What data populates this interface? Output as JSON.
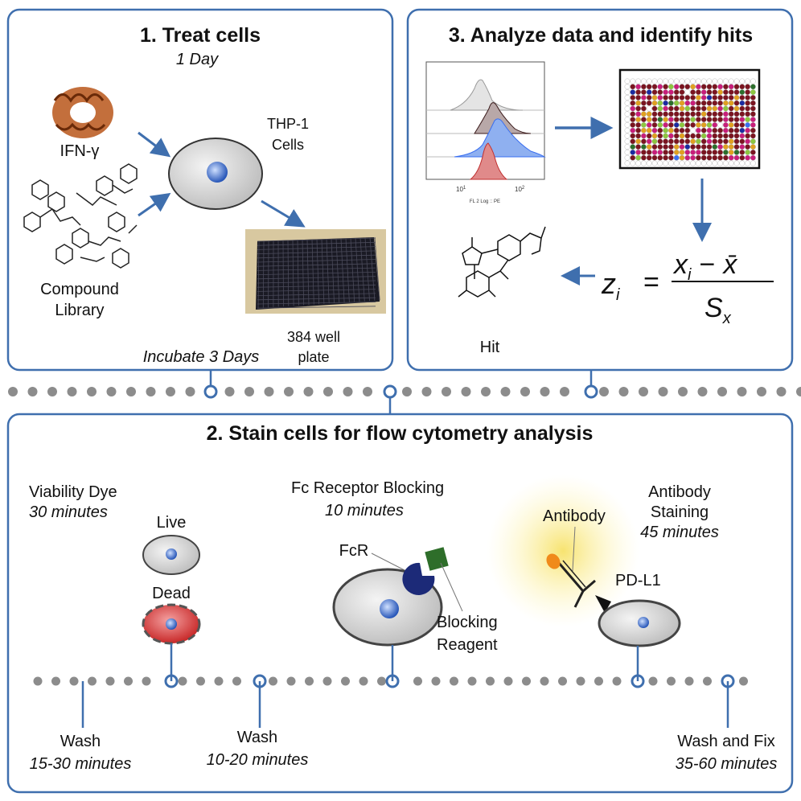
{
  "colors": {
    "border": "#3f6fae",
    "dot": "#8c8c8c",
    "arrow": "#3f6fae",
    "cell_fill": "#d9d9d9",
    "nucleus": "#3a6fd0",
    "dead": "#cc2a2a",
    "fcr": "#1c2a78",
    "blocking": "#2e6e2a"
  },
  "panel1": {
    "title": "1. Treat cells",
    "subtitle": "1 Day",
    "ifn": "IFN-γ",
    "compound": [
      "Compound",
      "Library"
    ],
    "cells": [
      "THP-1",
      "Cells"
    ],
    "plate": [
      "384 well",
      "plate"
    ],
    "incubate": "Incubate 3 Days"
  },
  "panel3": {
    "title": "3. Analyze data and identify hits",
    "hist_xlabel": "FL 2 Log :: PE",
    "hist_ticks": [
      "10",
      "1",
      "10",
      "2"
    ],
    "hit": "Hit",
    "formula": {
      "lhs": "z",
      "lhs_sub": "i",
      "eq": "=",
      "num": "x",
      "num_sub": "i",
      "minus": "−",
      "xbar": "x̄",
      "den": "S",
      "den_sub": "x"
    },
    "heatmap_palette": [
      "#7a1420",
      "#c81d7a",
      "#e0a020",
      "#8cc63f",
      "#2b6e2b",
      "#1a2aa0",
      "#3a6ff0",
      "#ffffff"
    ]
  },
  "panel2": {
    "title": "2. Stain cells for flow cytometry analysis",
    "viability": {
      "label": "Viability Dye",
      "time": "30 minutes",
      "live": "Live",
      "dead": "Dead"
    },
    "fc": {
      "label": "Fc Receptor Blocking",
      "time": "10 minutes",
      "fcr": "FcR",
      "blocking": [
        "Blocking",
        "Reagent"
      ]
    },
    "antibody": {
      "label": [
        "Antibody",
        "Staining"
      ],
      "time": "45 minutes",
      "antibody": "Antibody",
      "pdl1": "PD-L1"
    },
    "wash1": {
      "label": "Wash",
      "time": "15-30 minutes"
    },
    "wash2": {
      "label": "Wash",
      "time": "10-20 minutes"
    },
    "wash3": {
      "label": "Wash and Fix",
      "time": "35-60 minutes"
    }
  }
}
